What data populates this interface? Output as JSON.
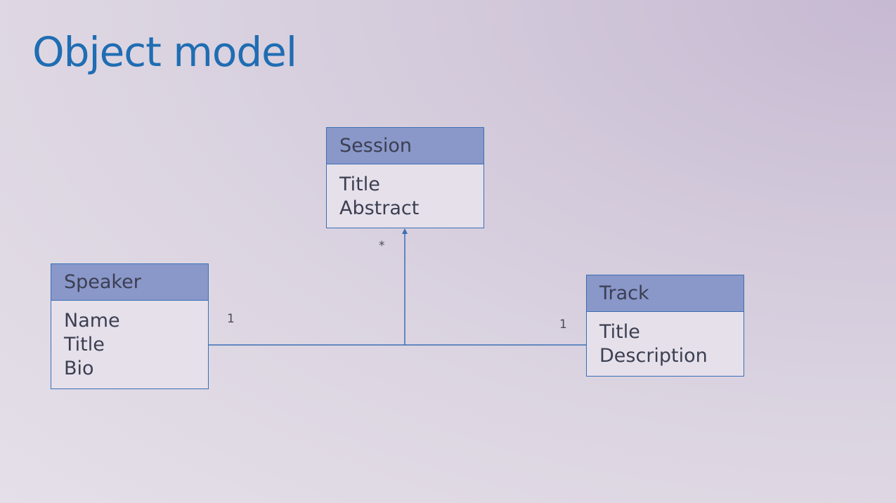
{
  "slide": {
    "title": "Object model"
  },
  "colors": {
    "title": "#1f6db3",
    "box_border": "#3a6fb5",
    "header_fill": "#8a97c9",
    "text": "#3b3f52"
  },
  "classes": {
    "session": {
      "name": "Session",
      "attributes": [
        "Title",
        "Abstract"
      ]
    },
    "speaker": {
      "name": "Speaker",
      "attributes": [
        "Name",
        "Title",
        "Bio"
      ]
    },
    "track": {
      "name": "Track",
      "attributes": [
        "Title",
        "Description"
      ]
    }
  },
  "multiplicity": {
    "speaker": "1",
    "track": "1",
    "session": "*"
  }
}
